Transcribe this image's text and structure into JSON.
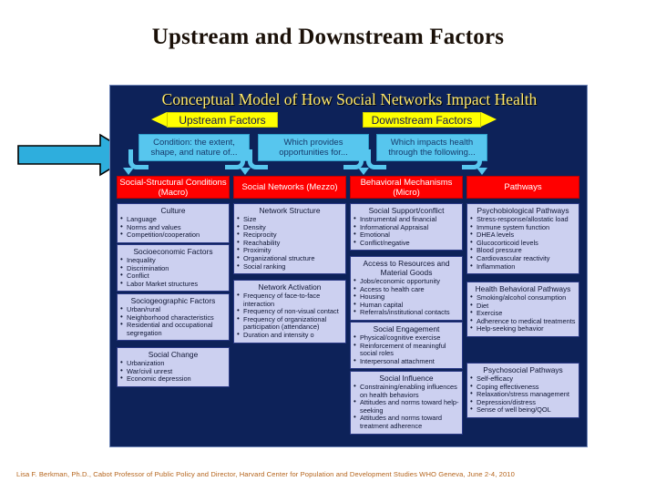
{
  "page": {
    "title": "Upstream and Downstream Factors",
    "caption": "Lisa F. Berkman, Ph.D., Cabot Professor of Public Policy and Director, Harvard Center for Population and Development Studies WHO Geneva, June 2-4, 2010"
  },
  "colors": {
    "slide_background": "#0d2259",
    "slide_title": "#ffe96b",
    "banner": "#ffff00",
    "callout": "#57c6ee",
    "header_box": "#ff0000",
    "panel": "#ccd0f0",
    "caption": "#b5651d",
    "entry_arrow": "#2eaedd"
  },
  "slide": {
    "title": "Conceptual Model of How Social Networks Impact Health",
    "banners": [
      {
        "label": "Upstream Factors",
        "direction": "left"
      },
      {
        "label": "Downstream Factors",
        "direction": "right"
      }
    ],
    "callouts": [
      "Condition: the extent, shape, and nature of...",
      "Which provides opportunities for...",
      "Which impacts health through the following..."
    ],
    "columns": [
      {
        "header": "Social-Structural Conditions (Macro)",
        "panels": [
          {
            "heading": "Culture",
            "items": [
              "Language",
              "Norms and values",
              "Competition/cooperation"
            ]
          },
          {
            "heading": "Socioeconomic Factors",
            "items": [
              "Inequality",
              "Discrimination",
              "Conflict",
              "Labor Market structures"
            ]
          },
          {
            "heading": "Sociogeographic Factors",
            "items": [
              "Urban/rural",
              "Neighborhood characteristics",
              "Residential and occupational segregation"
            ]
          },
          {
            "heading": "Social Change",
            "items": [
              "Urbanization",
              "War/civil unrest",
              "Economic depression"
            ]
          }
        ]
      },
      {
        "header": "Social Networks (Mezzo)",
        "panels": [
          {
            "heading": "Network Structure",
            "items": [
              "Size",
              "Density",
              "Reciprocity",
              "Reachability",
              "Proximity",
              "Organizational structure",
              "Social ranking"
            ]
          },
          {
            "heading": "Network Activation",
            "items": [
              "Frequency of face-to-face interaction",
              "Frequency of non-visual contact",
              "Frequency of organizational participation (attendance)",
              "Duration and intensity o"
            ]
          }
        ]
      },
      {
        "header": "Behavioral Mechanisms (Micro)",
        "panels": [
          {
            "heading": "Social Support/conflict",
            "items": [
              "Instrumental and financial",
              "Informational Appraisal",
              "Emotional",
              "Conflict/negative"
            ]
          },
          {
            "heading": "Access to Resources and Material Goods",
            "items": [
              "Jobs/economic opportunity",
              "Access to health care",
              "Housing",
              "Human capital",
              "Referrals/institutional contacts"
            ]
          },
          {
            "heading": "Social Engagement",
            "items": [
              "Physical/cognitive exercise",
              "Reinforcement of meaningful social roles",
              "Interpersonal attachment"
            ]
          },
          {
            "heading": "Social Influence",
            "items": [
              "Constraining/enabling influences on health behaviors",
              "Attitudes and norms toward help-seeking",
              "Attitudes and norms toward treatment adherence"
            ]
          }
        ]
      },
      {
        "header": "Pathways",
        "panels": [
          {
            "heading": "Psychobiological Pathways",
            "items": [
              "Stress-response/allostatic load",
              "Immune system function",
              "DHEA levels",
              "Glucocorticoid levels",
              "Blood pressure",
              "Cardiovascular reactivity",
              "Inflammation"
            ]
          },
          {
            "heading": "Health Behavioral Pathways",
            "items": [
              "Smoking/alcohol consumption",
              "Diet",
              "Exercise",
              "Adherence to medical treatments",
              "Help-seeking behavior"
            ]
          },
          {
            "heading": "Psychosocial Pathways",
            "items": [
              "Self-efficacy",
              "Coping effectiveness",
              "Relaxation/stress management",
              "Depression/distress",
              "Sense of well being/QOL"
            ]
          }
        ]
      }
    ]
  }
}
